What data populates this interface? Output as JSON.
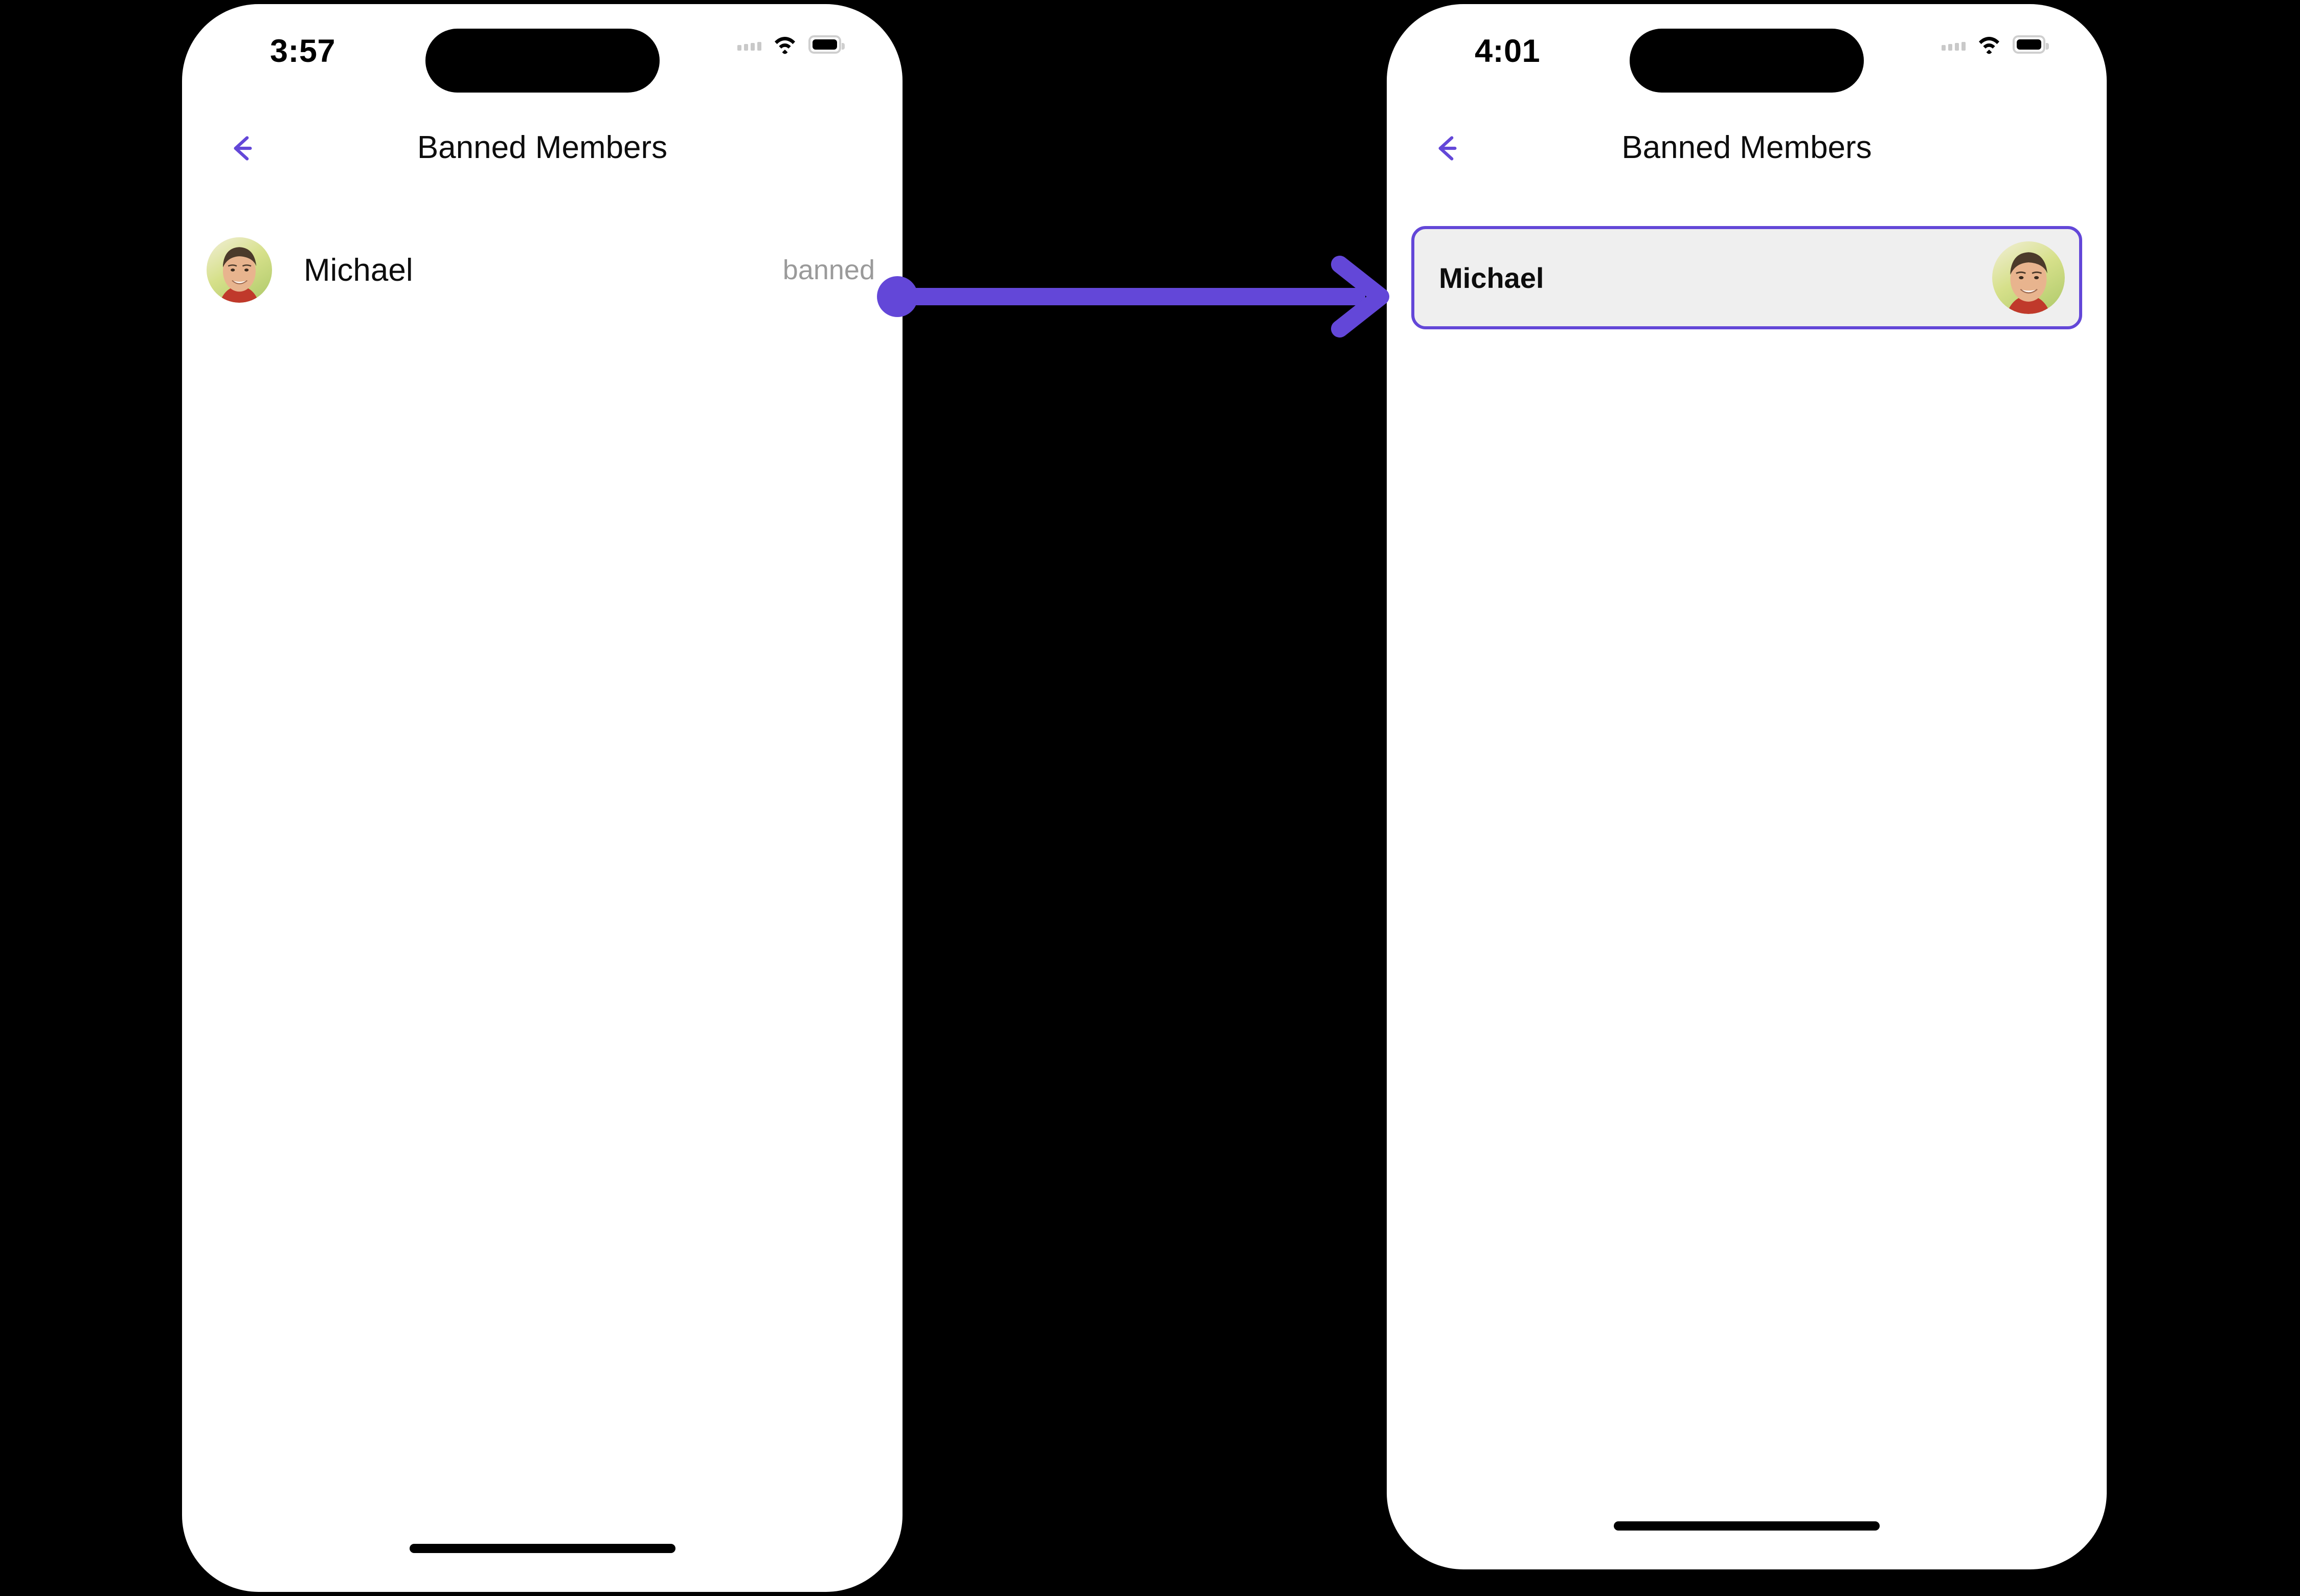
{
  "screens": [
    {
      "id": "before",
      "status": {
        "time": "3:57",
        "signal_icon": "signal-dots-icon",
        "wifi_icon": "wifi-icon",
        "battery_icon": "battery-icon"
      },
      "nav": {
        "back_icon": "back-arrow-icon",
        "title": "Banned Members"
      },
      "list": [
        {
          "name": "Michael",
          "status": "banned",
          "avatar_icon": "avatar-michael"
        }
      ]
    },
    {
      "id": "after",
      "status": {
        "time": "4:01",
        "signal_icon": "signal-dots-icon",
        "wifi_icon": "wifi-icon",
        "battery_icon": "battery-icon"
      },
      "nav": {
        "back_icon": "back-arrow-icon",
        "title": "Banned Members"
      },
      "card": {
        "name": "Michael",
        "avatar_icon": "avatar-michael",
        "highlighted": true
      }
    }
  ],
  "connector": {
    "icon": "arrow-right-icon",
    "start_marker": "dot-marker",
    "color": "#6347d8"
  },
  "colors": {
    "accent": "#6347d8",
    "background": "#000000",
    "screen": "#ffffff",
    "card_fill": "#efefef",
    "muted_text": "#9a9a9a",
    "primary_text": "#0d0d0d"
  }
}
